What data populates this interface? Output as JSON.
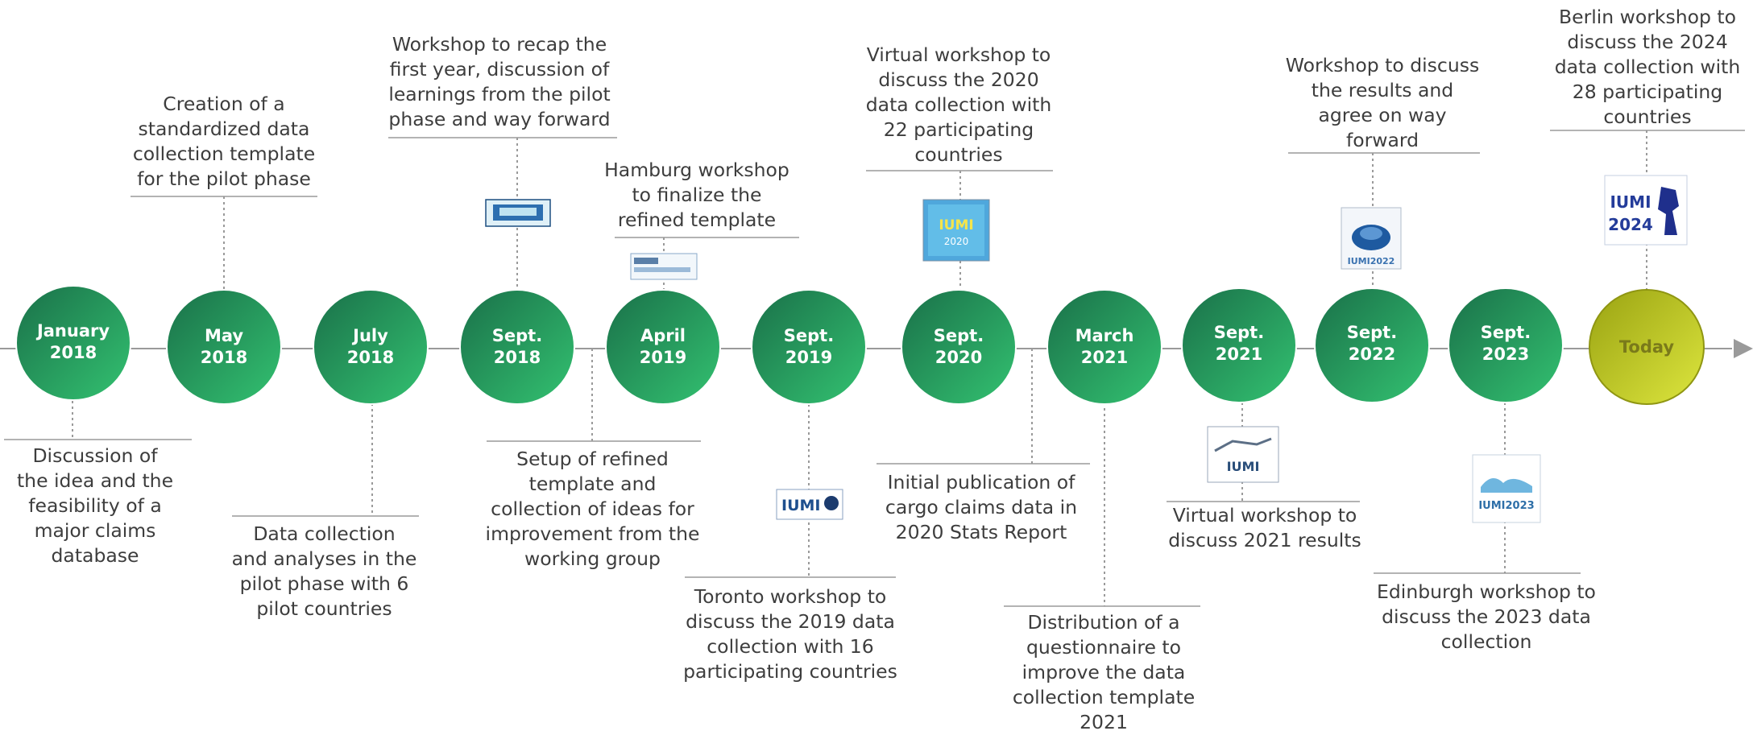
{
  "milestones": [
    {
      "label": "January\n2018",
      "description": "Discussion of\nthe idea and the\nfeasibility of a\nmajor claims\ndatabase",
      "position": "below"
    },
    {
      "label": "May\n2018",
      "description": "Creation of a\nstandardized data\ncollection template\nfor the pilot phase",
      "position": "above"
    },
    {
      "label": "July\n2018",
      "description": "Data collection\nand analyses in the\npilot phase with 6\npilot countries",
      "position": "below"
    },
    {
      "label": "Sept.\n2018",
      "description": "Workshop to recap the\nfirst year, discussion of\nlearnings from the pilot\nphase and way forward",
      "position": "above"
    },
    {
      "label": "April\n2019",
      "description": "Hamburg workshop\nto finalize the\nrefined template",
      "position": "above"
    },
    {
      "label": "",
      "description": "Setup of refined\ntemplate and\ncollection of ideas for\nimprovement from the\nworking group",
      "position": "below"
    },
    {
      "label": "Sept.\n2019",
      "description": "Toronto workshop to\ndiscuss the 2019 data\ncollection with 16\nparticipating countries",
      "position": "below"
    },
    {
      "label": "Sept.\n2020",
      "description": "Virtual workshop to\ndiscuss the 2020\ndata collection with\n22 participating\ncountries",
      "position": "above"
    },
    {
      "label": "",
      "description": "Initial publication of\ncargo claims data in\n2020 Stats Report",
      "position": "below"
    },
    {
      "label": "March\n2021",
      "description": "Distribution of a\nquestionnaire to\nimprove the data\ncollection template\n2021",
      "position": "below"
    },
    {
      "label": "Sept.\n2021",
      "description": "Virtual workshop to\ndiscuss 2021 results",
      "position": "below"
    },
    {
      "label": "Sept.\n2022",
      "description": "Workshop to discuss\nthe results and\nagree on way\nforward",
      "position": "above"
    },
    {
      "label": "Sept.\n2023",
      "description": "Edinburgh workshop to\ndiscuss the 2023 data\ncollection",
      "position": "below"
    },
    {
      "label": "Today",
      "description": "Berlin workshop to\ndiscuss the 2024\ndata collection with\n28 participating\ncountries",
      "position": "above"
    }
  ],
  "logo_text": {
    "iumi_2019": "IUMI",
    "iumi_2020": "IUMI\n2020",
    "iumi_2021": "IUMI",
    "iumi_2022": "IUMI2022",
    "iumi_2023": "IUMI2023",
    "iumi_2024": "IUMI\n2024"
  },
  "colors": {
    "node_green_dark": "#1e7a4e",
    "node_green_light": "#2fb86e",
    "today_dark": "#a3ad14",
    "today_light": "#d7e23a",
    "axis": "#9a9a9a",
    "text": "#3d3d3d"
  }
}
